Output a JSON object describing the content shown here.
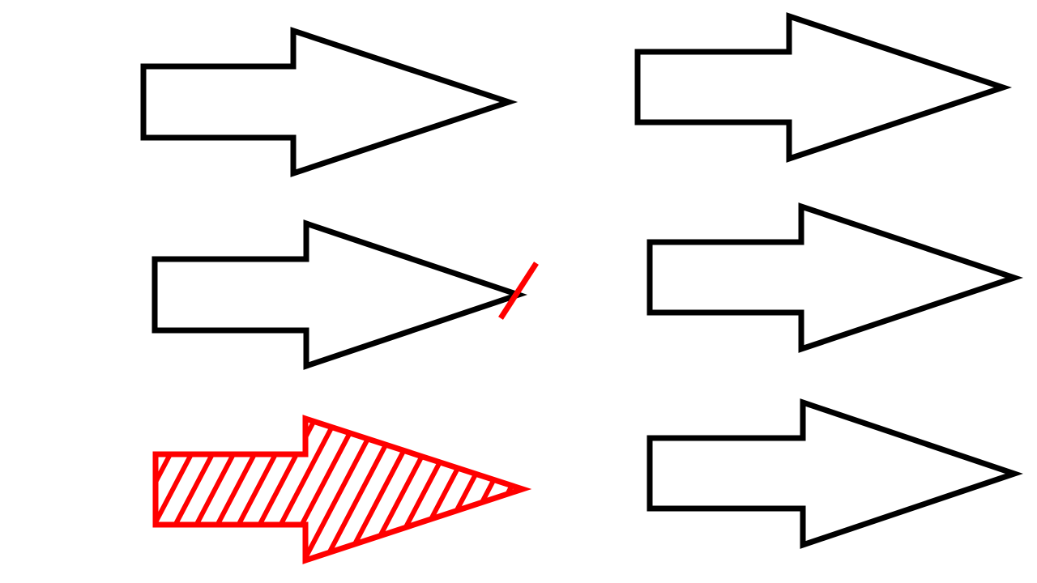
{
  "colors": {
    "background": "#ffffff",
    "outline": "#000000",
    "highlight": "#ff0000"
  },
  "arrows": [
    {
      "id": "arrow-top-left",
      "state": "outline"
    },
    {
      "id": "arrow-middle-left",
      "state": "outline-with-tip-tick"
    },
    {
      "id": "arrow-bottom-left",
      "state": "hatched"
    },
    {
      "id": "arrow-top-right",
      "state": "outline"
    },
    {
      "id": "arrow-middle-right",
      "state": "outline"
    },
    {
      "id": "arrow-bottom-right",
      "state": "outline"
    }
  ]
}
